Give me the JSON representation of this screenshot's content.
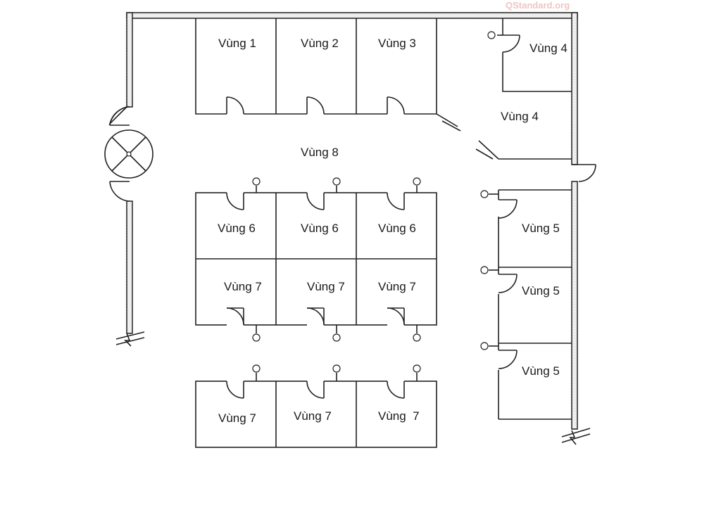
{
  "watermark": "QStandard.org",
  "zones": {
    "z1": "Vùng 1",
    "z2": "Vùng 2",
    "z3": "Vùng 3",
    "z4a": "Vùng 4",
    "z4b": "Vùng 4",
    "z8": "Vùng 8",
    "z6a": "Vùng 6",
    "z6b": "Vùng 6",
    "z6c": "Vùng 6",
    "z7a": "Vùng 7",
    "z7b": "Vùng 7",
    "z7c": "Vùng 7",
    "z5a": "Vùng 5",
    "z5b": "Vùng 5",
    "z5c": "Vùng 5",
    "z7d": "Vùng 7",
    "z7e": "Vùng 7",
    "z7f": "Vùng  7"
  }
}
